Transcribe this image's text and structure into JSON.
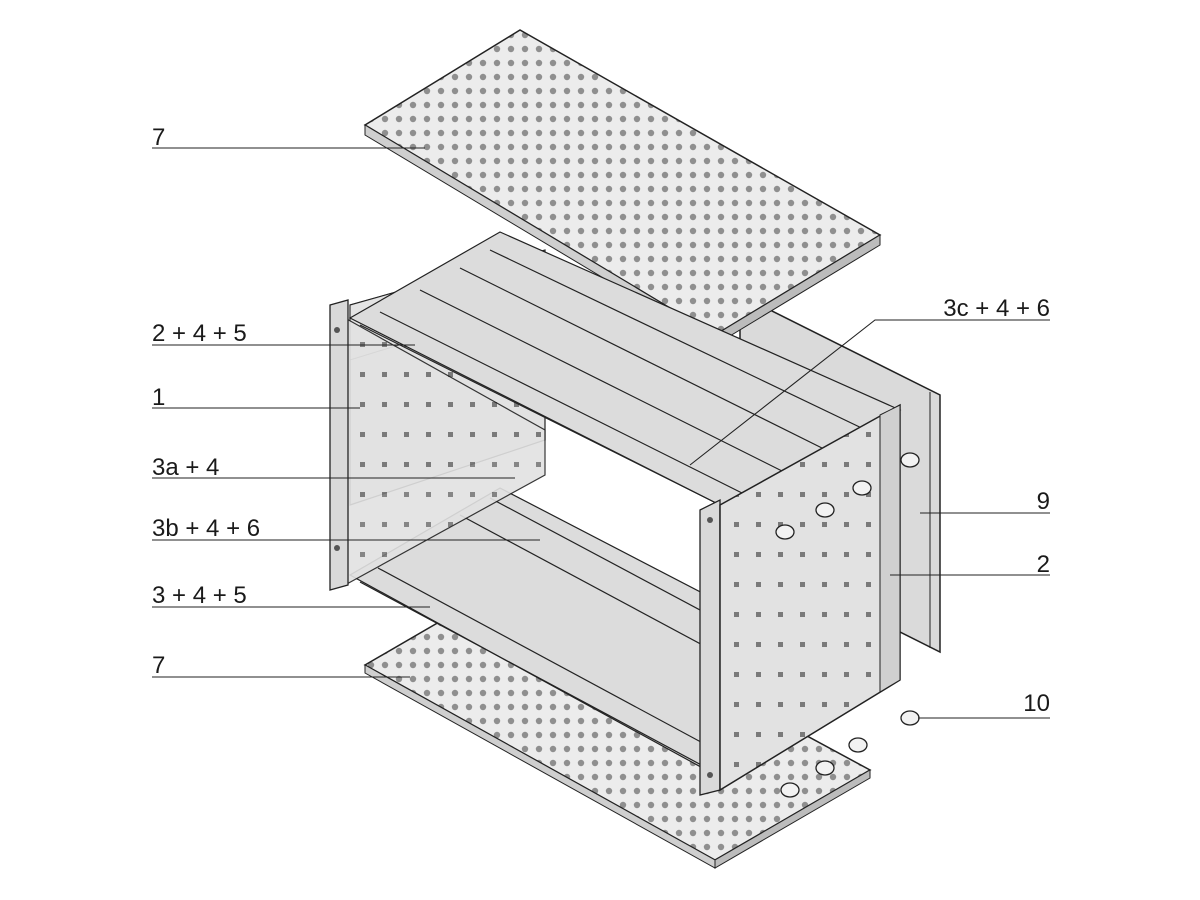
{
  "labels": {
    "top_cover": "7",
    "side_rail_combo": "2 + 4 + 5",
    "front_flange": "1",
    "rail_3a": "3a + 4",
    "rail_3b": "3b + 4 + 6",
    "rail_bottom_front": "3 + 4 + 5",
    "bottom_cover": "7",
    "rail_3c": "3c + 4 + 6",
    "rear_panel": "9",
    "side_panel": "2",
    "screws": "10"
  },
  "colors": {
    "line": "#222222",
    "panel_light": "#e8e8e8",
    "panel_mid": "#d6d6d6",
    "panel_dark": "#bdbdbd",
    "hole": "#8a8a8a"
  }
}
